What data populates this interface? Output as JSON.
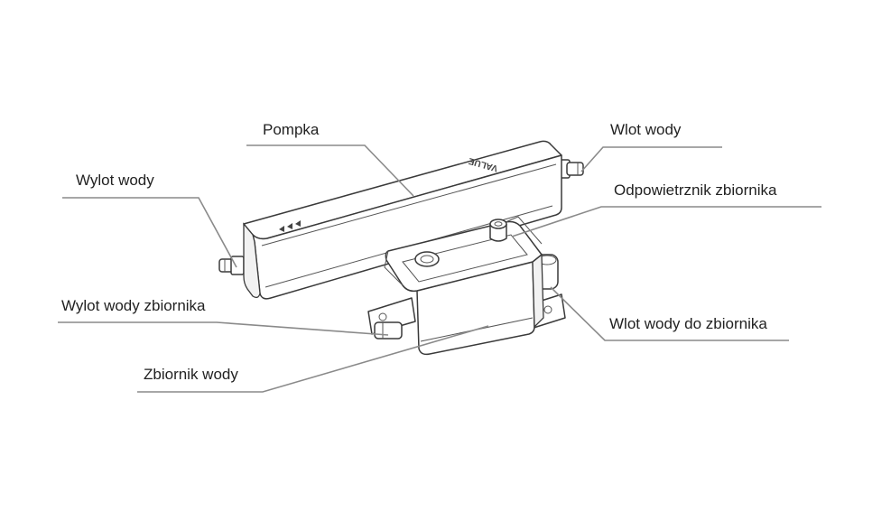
{
  "diagram": {
    "type": "labeled-product-diagram",
    "device": {
      "brand_mark": "VALUE"
    },
    "labels": {
      "pump": "Pompka",
      "water_inlet": "Wlot wody",
      "water_outlet": "Wylot wody",
      "tank_vent": "Odpowietrznik zbiornika",
      "tank_water_outlet": "Wylot wody zbiornika",
      "tank_water_inlet": "Wlot wody do zbiornika",
      "water_tank": "Zbiornik wody"
    }
  }
}
